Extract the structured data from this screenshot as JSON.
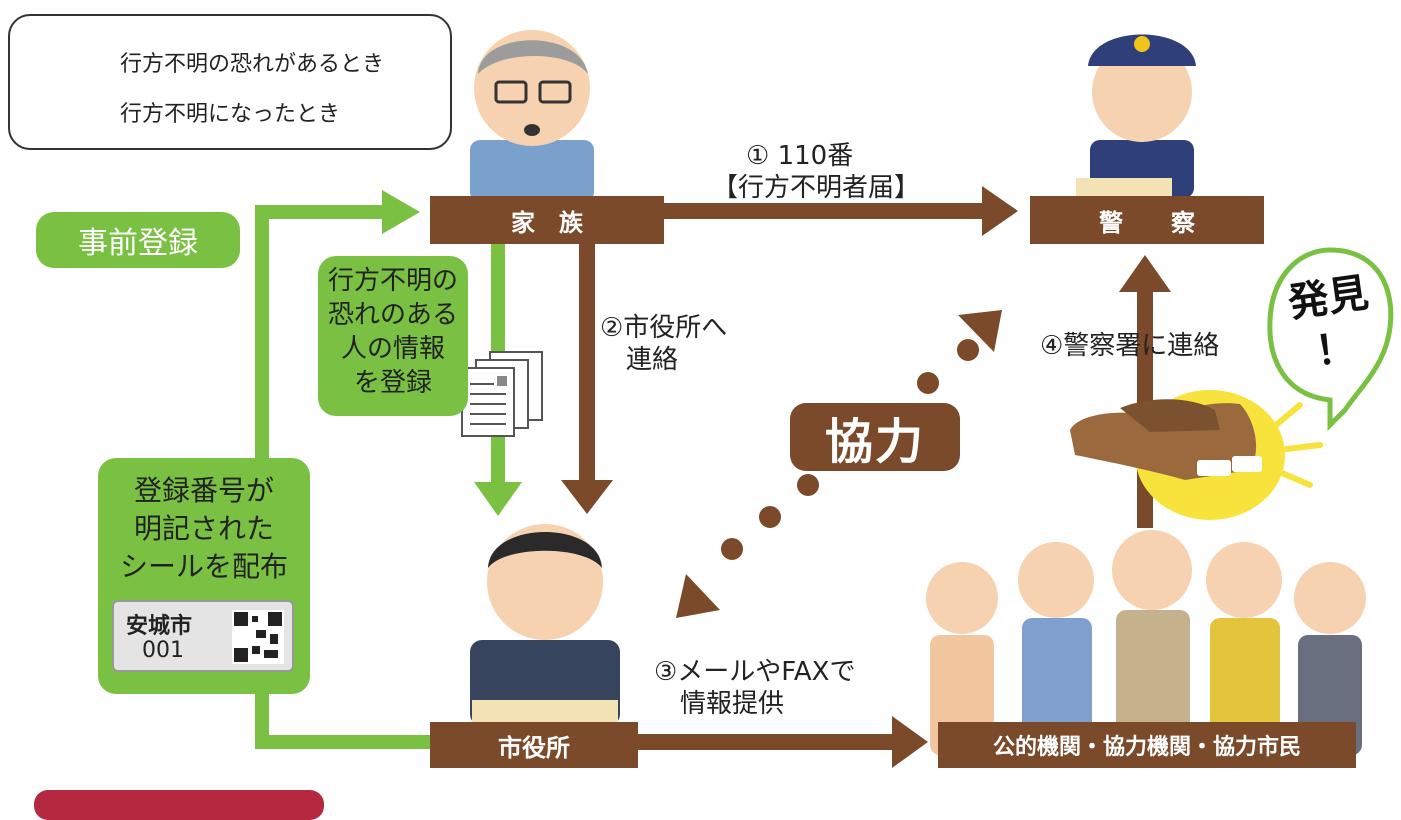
{
  "legend": {
    "green_label": "行方不明の恐れがあるとき",
    "brown_label": "行方不明になったとき"
  },
  "nodes": {
    "family": "家　族",
    "police": "警　　察",
    "city_hall": "市役所",
    "partners": "公的機関・協力機関・協力市民"
  },
  "labels": {
    "pre_registration": "事前登録",
    "step1_line1": "① 110番",
    "step1_line2": "【行方不明者届】",
    "step2": "②市役所へ\n　連絡",
    "step3": "③メールやFAXで\n　情報提供",
    "step4": "④警察署に連絡",
    "register_info": "行方不明の\n恐れのある\n人の情報\nを登録",
    "sticker_note": "登録番号が\n明記された\nシールを配布",
    "cooperation": "協力",
    "found": "発見\n！"
  },
  "sticker": {
    "city": "安城市",
    "number": "001"
  },
  "colors": {
    "green": "#7ac143",
    "brown": "#7a4a2a",
    "red": "#b5283f"
  }
}
